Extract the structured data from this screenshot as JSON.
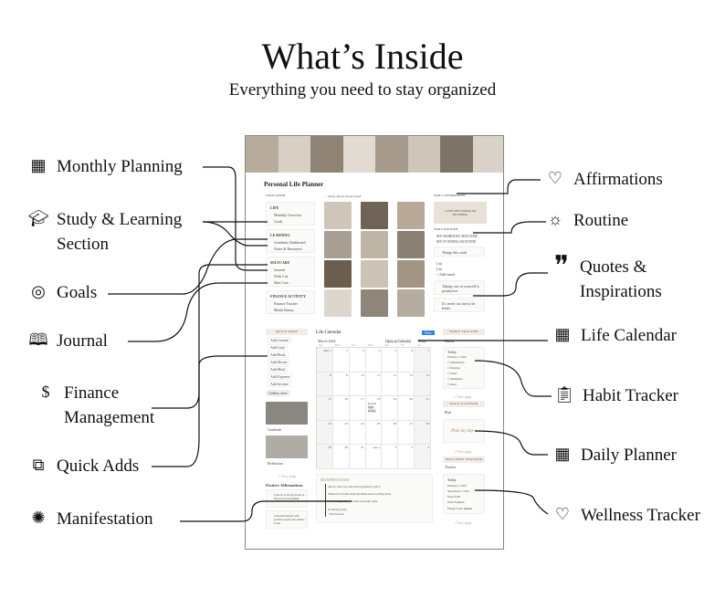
{
  "header": {
    "title": "What’s Inside",
    "subtitle": "Everything you need to stay organized"
  },
  "left_labels": [
    {
      "icon": "calendar-chart-icon",
      "lines": [
        "Monthly Planning"
      ]
    },
    {
      "icon": "graduation-cap-icon",
      "lines": [
        "Study & Learning",
        "Section"
      ]
    },
    {
      "icon": "target-icon",
      "lines": [
        "Goals"
      ]
    },
    {
      "icon": "book-icon",
      "lines": [
        "Journal"
      ]
    },
    {
      "icon": "hand-money-icon",
      "lines": [
        "Finance",
        "Management"
      ]
    },
    {
      "icon": "add-copy-icon",
      "lines": [
        "Quick Adds"
      ]
    },
    {
      "icon": "sparkle-icon",
      "lines": [
        "Manifestation"
      ]
    }
  ],
  "right_labels": [
    {
      "icon": "heart-icon",
      "lines": [
        "Affirmations"
      ]
    },
    {
      "icon": "sun-icon",
      "lines": [
        "Routine"
      ]
    },
    {
      "icon": "quote-icon",
      "lines": [
        "Quotes &",
        "Inspirations"
      ]
    },
    {
      "icon": "calendar-icon",
      "lines": [
        "Life Calendar"
      ]
    },
    {
      "icon": "clipboard-icon",
      "lines": [
        "Habit Tracker"
      ]
    },
    {
      "icon": "calendar-add-icon",
      "lines": [
        "Daily Planner"
      ]
    },
    {
      "icon": "heart-hands-icon",
      "lines": [
        "Wellness Tracker"
      ]
    }
  ],
  "planner": {
    "title": "Personal Life Planner",
    "navigation_heading": "NAVIGATION",
    "gallery_hint": "← Drag clip for mood board",
    "nav_groups": [
      {
        "title": "LIFE",
        "items": [
          "Monthly Overview",
          "Goals"
        ]
      },
      {
        "title": "LEARNING",
        "items": [
          "Academic Dashboard",
          "Notes & Resources"
        ]
      },
      {
        "title": "SELFCARE",
        "items": [
          "Journal",
          "Wish List",
          "Skin Care"
        ]
      },
      {
        "title": "FINANCE ACTIVITY",
        "items": [
          "Finance Tracker",
          "Media library"
        ]
      }
    ],
    "daily_affirmation_heading": "DAILY AFFIRMATION",
    "affirmation": "I LOVE THE WOMAN I'M BECOMING",
    "daily_routine_heading": "DAILY ROUTINE",
    "routines": [
      "MY MORNING ROUTINE",
      "MY EVENING ROUTINE"
    ],
    "todo_title": "Things this week",
    "todo_items": [
      "List",
      "List"
    ],
    "add_label": "+ Add email",
    "quotes": [
      "Taking care of yourself is productive.",
      "It's never too late to be better."
    ],
    "quick_adds_heading": "QUICK ADDS",
    "quick_adds": [
      "Add Journal",
      "Add Goal",
      "Add Book",
      "Add Movie",
      "Add Meal",
      "Add Expense",
      "Add Income"
    ],
    "gallery_view": "Gallery view",
    "gallery_cards": [
      "Gratitude",
      "Reflection"
    ],
    "new_page": "+ New page",
    "positive_heading": "Positive Affirmations",
    "positive": [
      "I choose to always focus on the good in everything.",
      "I surround myself with positive people who believe in me."
    ],
    "calendar": {
      "title": "Life Calendar",
      "month": "March 2024",
      "new_label": "New",
      "open_label": "Open in Calendar",
      "today_label": "Today",
      "weekdays": [
        "Sun",
        "Mon",
        "Tue",
        "Wed",
        "Thu",
        "Fri",
        "Sat"
      ],
      "days": [
        "Mar 1",
        "2",
        "3",
        "4",
        "5",
        "6",
        "7",
        "8",
        "9",
        "10",
        "11",
        "12",
        "13",
        "14",
        "15",
        "16",
        "17",
        "18",
        "19",
        "20",
        "21",
        "22",
        "23",
        "24",
        "25",
        "26",
        "27",
        "28",
        "29",
        "30",
        "31",
        "Apr 1",
        "2",
        "3",
        "4"
      ],
      "event": "Errands",
      "tags": [
        "Night",
        "Weekly"
      ]
    },
    "manifestation_heading": "MANIFESTATION",
    "manifestation_lines": [
      "Ask for what you want and be prepared to get it.",
      "Whatever we think about and thank about we bring about.",
      "See the things that you want as already yours.",
      "It's already yours.",
      "- The Universe"
    ],
    "habit_heading": "HABIT TRACKER",
    "habit_view": "Habits",
    "habit_card": "Today",
    "habit_date": "February 5, 2024",
    "habits": [
      "Affirmations",
      "Exercise",
      "Water",
      "Meditation",
      "Read"
    ],
    "daily_heading": "DAILY PLANNER",
    "daily_view": "Plan",
    "daily_card": "Plan my day",
    "wellness_heading": "WELLNESS TRACKER",
    "wellness_view": "Tracker",
    "wellness_card": "Today",
    "wellness_rows": [
      "February 5, 2024",
      "Sleep Hours 7.5 hrs",
      "Steps 8,500",
      "Water 8 glasses",
      "Energy Level: ●●●●●"
    ]
  },
  "colors": {
    "accent": "#c9ac93",
    "blue": "#2f80ed",
    "tag": "#f2ece8"
  }
}
